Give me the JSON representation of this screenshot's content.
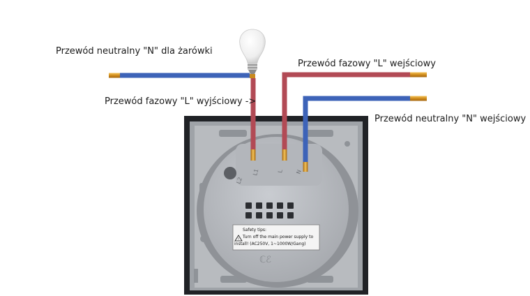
{
  "labels": {
    "neutral_lamp": "Przewód neutralny \"N\" dla żarówki",
    "phase_in": "Przewód fazowy \"L\" wejściowy",
    "phase_out": "Przewód fazowy \"L\" wyjściowy ->",
    "neutral_in": "Przewód neutralny \"N\" wejściowy"
  },
  "module": {
    "terminal_labels": [
      "L2",
      "L1",
      "L",
      "N"
    ],
    "safety_title": "Safety tips:",
    "safety_line1": "Turn off the main power supply to",
    "safety_line2": "install! (AC250V, 1~1000W/Gang)"
  },
  "colors": {
    "neutral_wire": "#3d63b8",
    "phase_wire": "#b24a55",
    "copper": "#d89a2a"
  }
}
